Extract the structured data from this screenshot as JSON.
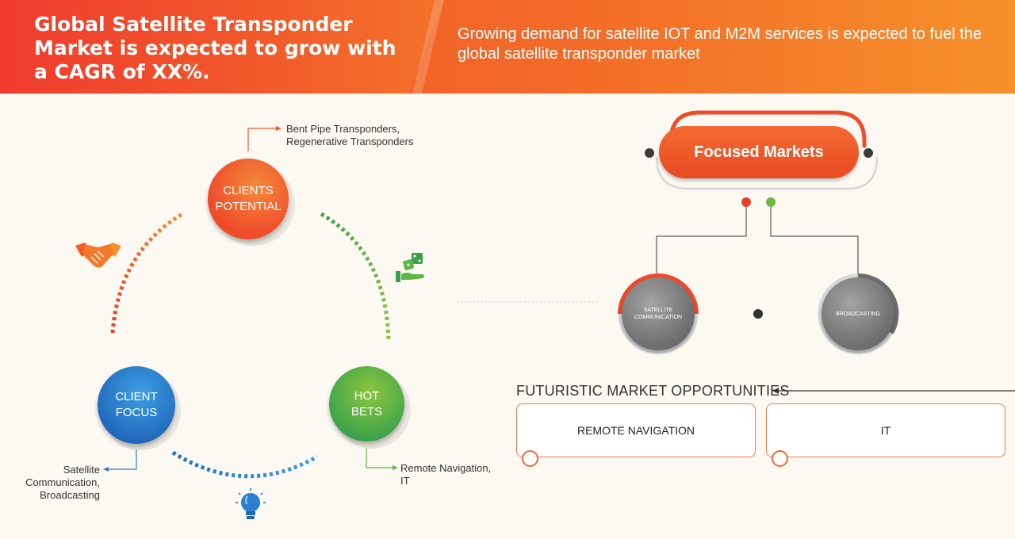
{
  "header": {
    "title": "Global Satellite Transponder Market is expected to grow with a CAGR of XX%.",
    "subtitle": "Growing demand for satellite IOT and M2M services is expected to fuel the global satellite transponder market"
  },
  "cycle": {
    "clients_potential": {
      "label_line1": "CLIENTS",
      "label_line2": "POTENTIAL",
      "note_line1": "Bent Pipe Transponders,",
      "note_line2": "Regenerative Transponders"
    },
    "hot_bets": {
      "label_line1": "HOT",
      "label_line2": "BETS",
      "note_line1": "Remote Navigation,",
      "note_line2": "IT"
    },
    "client_focus": {
      "label_line1": "CLIENT",
      "label_line2": "FOCUS",
      "note_line1": "Satellite",
      "note_line2": "Communication,",
      "note_line3": "Broadcasting"
    }
  },
  "focused_markets": {
    "title": "Focused Markets",
    "items": [
      {
        "label_line1": "SATELLITE",
        "label_line2": "COMMUNICATION"
      },
      {
        "label_line1": "BROADCASTING",
        "label_line2": ""
      }
    ]
  },
  "futuristic": {
    "title": "FUTURISTIC MARKET OPPORTUNITIES",
    "boxes": [
      "REMOTE NAVIGATION",
      "IT"
    ]
  },
  "colors": {
    "orange": "#f15a2a",
    "green": "#5cb840",
    "blue": "#2b7fd0",
    "gray": "#6d6d6d"
  },
  "icons": [
    "handshake-icon",
    "money-dice-icon",
    "lightbulb-icon"
  ]
}
